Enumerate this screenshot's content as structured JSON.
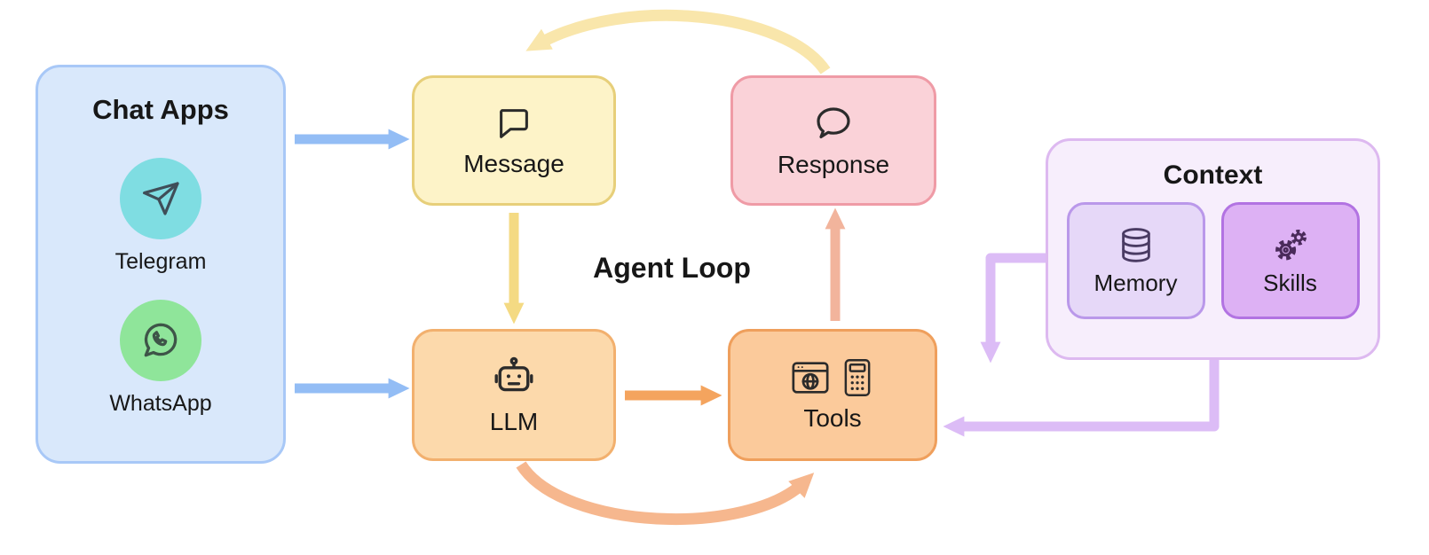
{
  "diagram": {
    "loop_label": "Agent Loop",
    "chat_apps": {
      "title": "Chat Apps",
      "fill": "#d9e8fb",
      "border": "#a8c8f7",
      "items": [
        {
          "label": "Telegram",
          "icon": "telegram-paper-plane-icon",
          "circle_color": "#7fdde2"
        },
        {
          "label": "WhatsApp",
          "icon": "whatsapp-icon",
          "circle_color": "#8fe59a"
        }
      ]
    },
    "nodes": {
      "message": {
        "label": "Message",
        "icon": "square-speech-bubble-icon",
        "fill": "#fdf3c8",
        "border": "#e7cf7a"
      },
      "response": {
        "label": "Response",
        "icon": "round-speech-bubble-icon",
        "fill": "#fad2d8",
        "border": "#ef9ba6"
      },
      "llm": {
        "label": "LLM",
        "icon": "robot-icon",
        "fill": "#fcd9ab",
        "border": "#f2b06e"
      },
      "tools": {
        "label": "Tools",
        "icon": "browser-and-calculator-icons",
        "fill": "#fbca9b",
        "border": "#ef9f5c"
      }
    },
    "context": {
      "title": "Context",
      "fill": "#f7eefc",
      "border": "#ddb9f0",
      "memory": {
        "label": "Memory",
        "icon": "database-icon",
        "fill": "#e6d8f8",
        "border": "#ba98ea"
      },
      "skills": {
        "label": "Skills",
        "icon": "gears-icon",
        "fill": "#ddb1f4",
        "border": "#b273e2"
      }
    },
    "arrows": [
      {
        "name": "chat-apps-to-message",
        "color": "#93bdf5"
      },
      {
        "name": "chat-apps-to-llm",
        "color": "#93bdf5"
      },
      {
        "name": "message-to-llm",
        "color": "#f4da83"
      },
      {
        "name": "llm-to-tools",
        "color": "#f4a45e"
      },
      {
        "name": "tools-to-response",
        "color": "#f2b49c"
      },
      {
        "name": "response-to-message-top-curve",
        "color": "#f9e6ab"
      },
      {
        "name": "llm-to-tools-bottom-curve",
        "color": "#f6b78e"
      },
      {
        "name": "context-to-tools-upper",
        "color": "#dcbcf6"
      },
      {
        "name": "context-to-tools-lower",
        "color": "#dcbcf6"
      }
    ]
  }
}
